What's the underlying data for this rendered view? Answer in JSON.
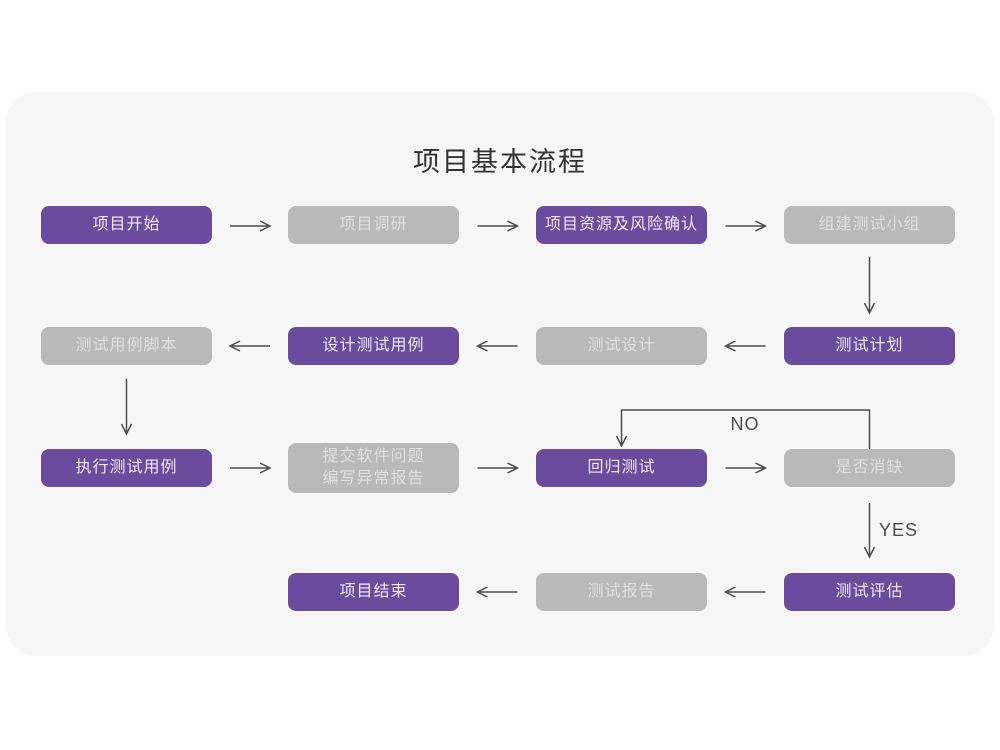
{
  "title": "项目基本流程",
  "edge_labels": {
    "no": "NO",
    "yes": "YES"
  },
  "colors": {
    "primary": "#6B4B9E",
    "primary_text": "#F0EBF6",
    "secondary": "#B9B9B9",
    "secondary_text": "#DFDFDF",
    "card_bg": "#F6F6F7",
    "arrow": "#4D4D4D",
    "title_text": "#333333"
  },
  "nodes": [
    {
      "id": "project-start",
      "label": "项目开始",
      "variant": "primary"
    },
    {
      "id": "project-research",
      "label": "项目调研",
      "variant": "secondary"
    },
    {
      "id": "risk-confirm",
      "label": "项目资源及风险确认",
      "variant": "primary"
    },
    {
      "id": "build-test-team",
      "label": "组建测试小组",
      "variant": "secondary"
    },
    {
      "id": "test-plan",
      "label": "测试计划",
      "variant": "primary"
    },
    {
      "id": "test-design",
      "label": "测试设计",
      "variant": "secondary"
    },
    {
      "id": "design-test-cases",
      "label": "设计测试用例",
      "variant": "primary"
    },
    {
      "id": "test-case-scripts",
      "label": "测试用例脚本",
      "variant": "secondary"
    },
    {
      "id": "execute-test-cases",
      "label": "执行测试用例",
      "variant": "primary"
    },
    {
      "id": "submit-issue-report",
      "label": "提交软件问题\n编写异常报告",
      "variant": "secondary"
    },
    {
      "id": "regression-test",
      "label": "回归测试",
      "variant": "primary"
    },
    {
      "id": "defect-cleared",
      "label": "是否消缺",
      "variant": "secondary"
    },
    {
      "id": "test-evaluation",
      "label": "测试评估",
      "variant": "primary"
    },
    {
      "id": "test-report",
      "label": "测试报告",
      "variant": "secondary"
    },
    {
      "id": "project-end",
      "label": "项目结束",
      "variant": "primary"
    }
  ]
}
